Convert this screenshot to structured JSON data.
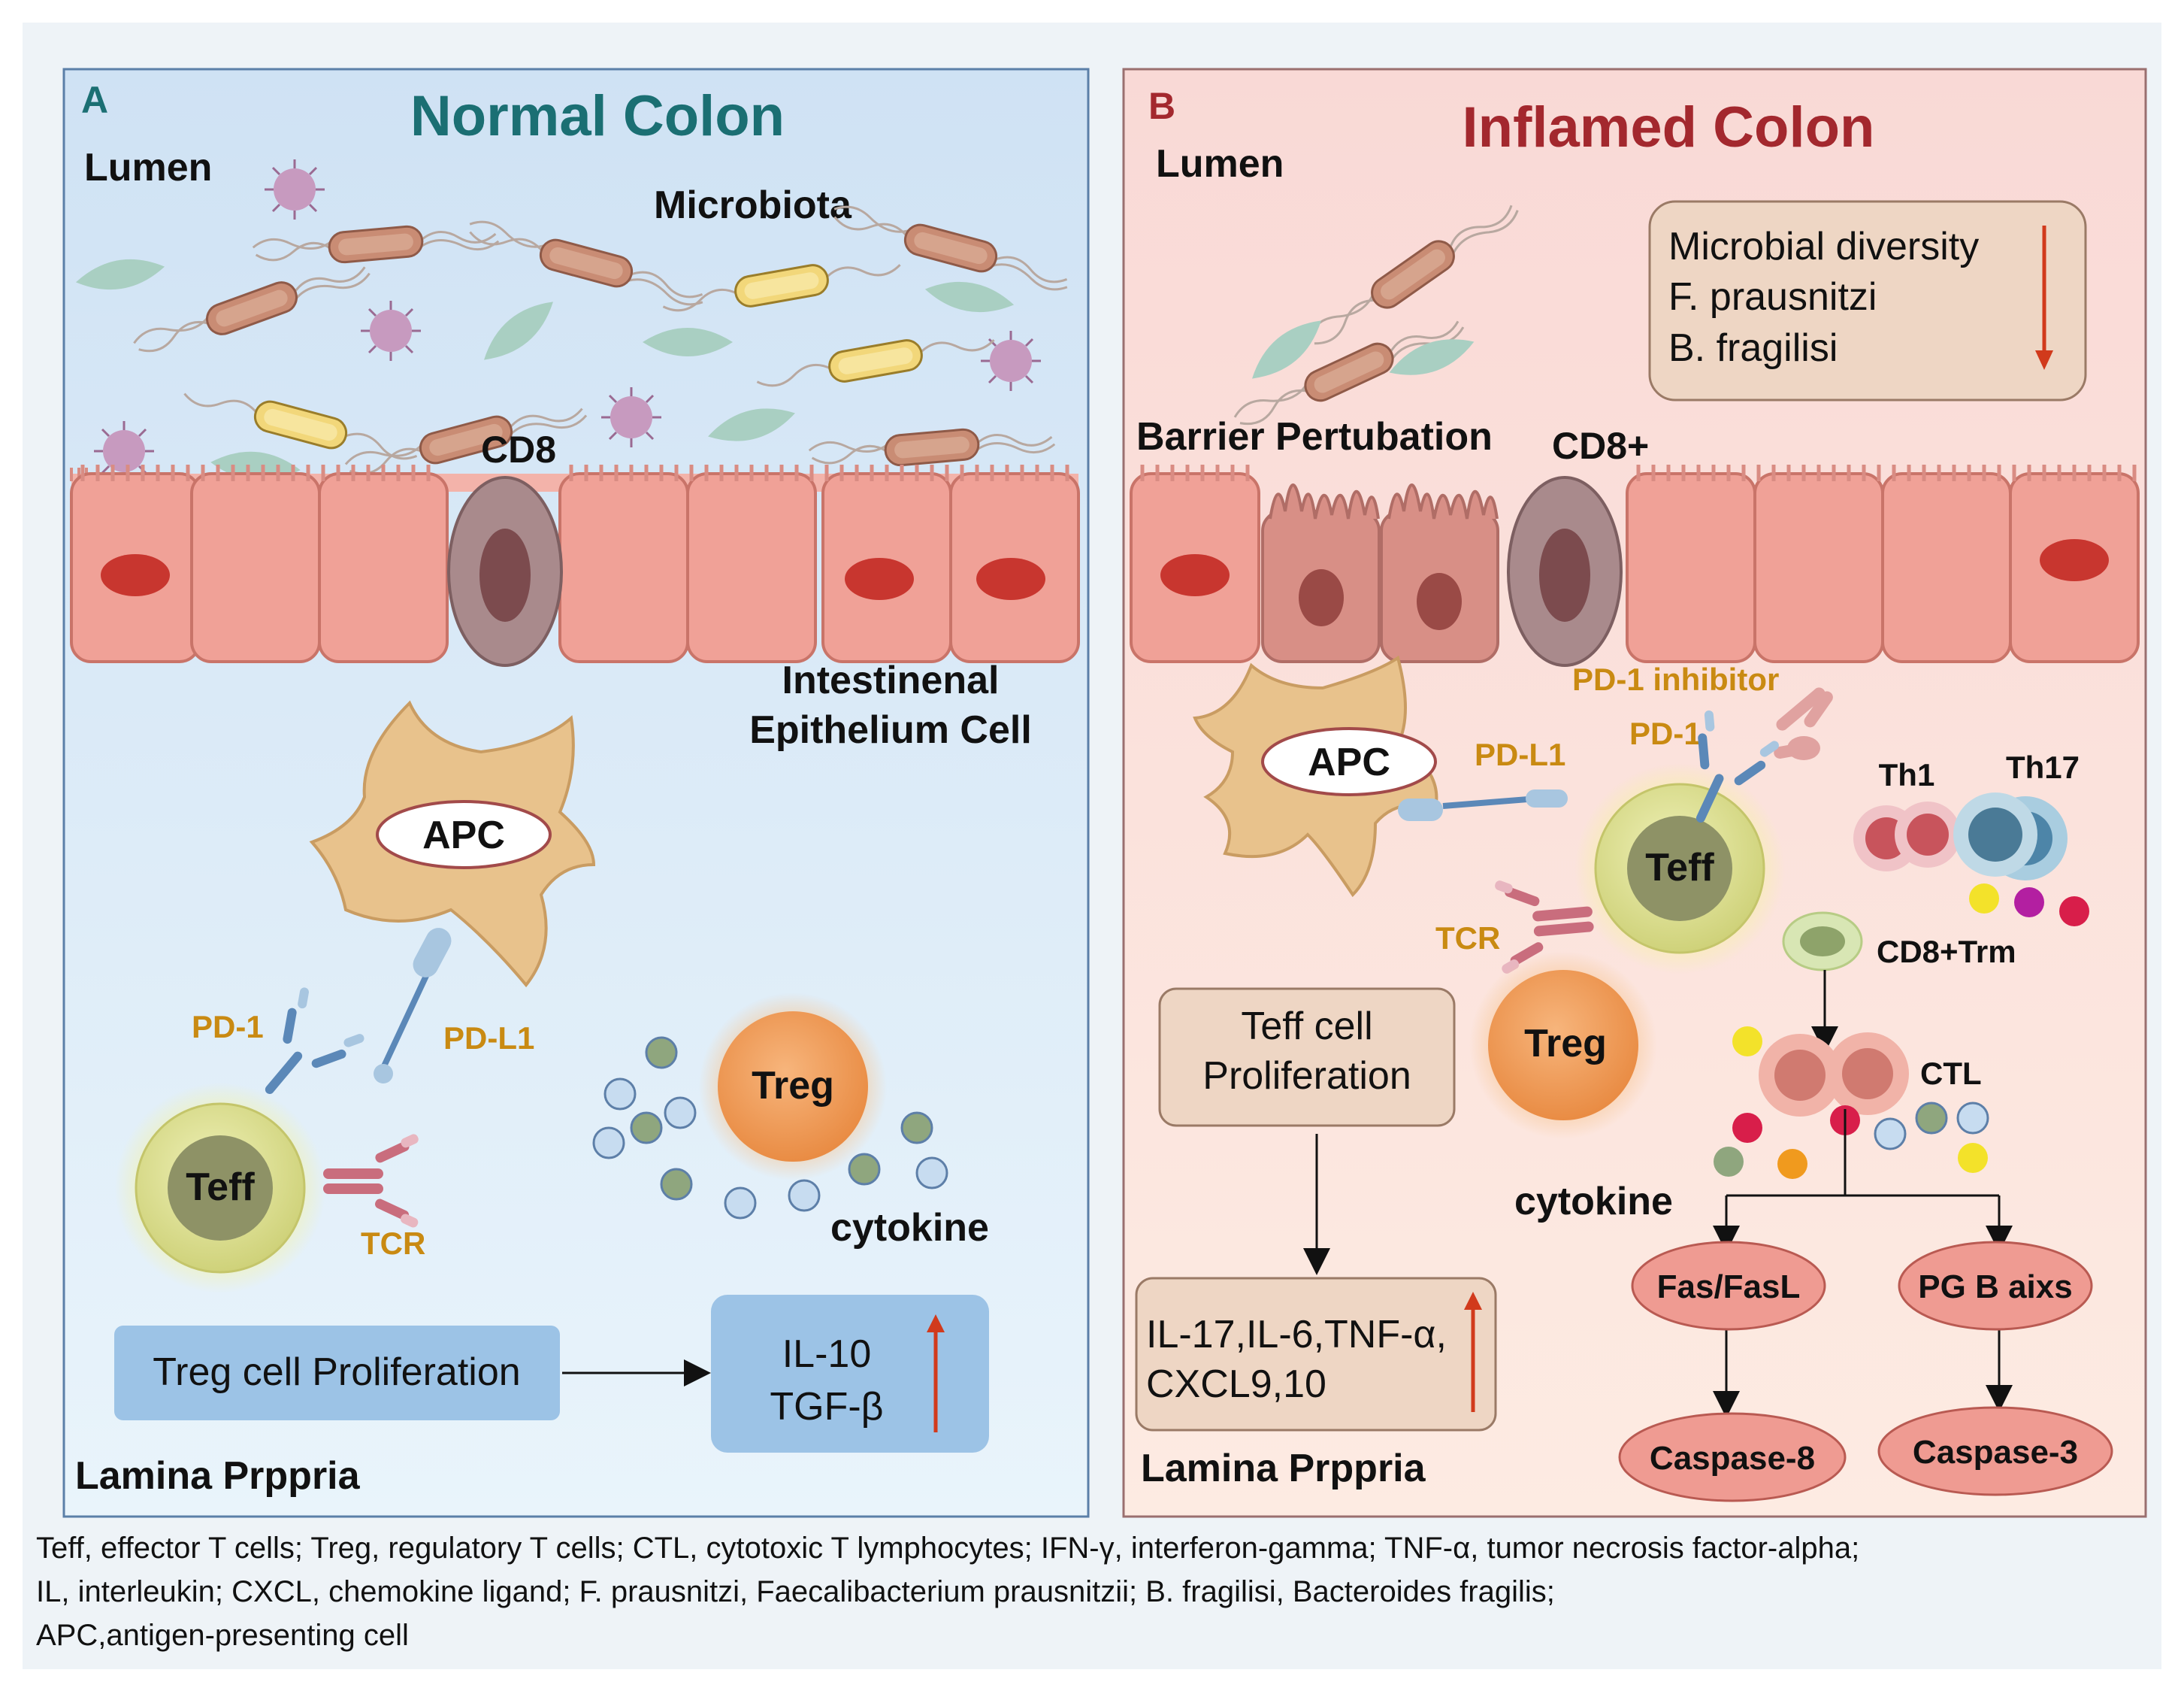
{
  "panelA": {
    "letter": "A",
    "title": "Normal Colon",
    "lumen": "Lumen",
    "microbiota": "Microbiota",
    "cd8": "CD8",
    "epithelium_line1": "Intestinenal",
    "epithelium_line2": "Epithelium Cell",
    "apc": "APC",
    "pd1": "PD-1",
    "pdl1": "PD-L1",
    "teff": "Teff",
    "tcr": "TCR",
    "treg": "Treg",
    "cytokine": "cytokine",
    "treg_prolif": "Treg cell Proliferation",
    "il10": "IL-10",
    "tgfb": "TGF-β",
    "lamina": "Lamina Prppria"
  },
  "panelB": {
    "letter": "B",
    "title": "Inflamed Colon",
    "lumen": "Lumen",
    "box_line1": "Microbial diversity",
    "box_line2": "F. prausnitzi",
    "box_line3": "B. fragilisi",
    "barrier": "Barrier Pertubation",
    "cd8plus": "CD8+",
    "pd1_inhibitor": "PD-1 inhibitor",
    "pd1": "PD-1",
    "apc": "APC",
    "pdl1": "PD-L1",
    "teff": "Teff",
    "tcr": "TCR",
    "th1": "Th1",
    "th17": "Th17",
    "cd8trm": "CD8+Trm",
    "ctl": "CTL",
    "treg": "Treg",
    "cytokine": "cytokine",
    "teff_prolif_line1": "Teff cell",
    "teff_prolif_line2": "Proliferation",
    "cyto_line1": "IL-17,IL-6,TNF-α,",
    "cyto_line2": "CXCL9,10",
    "fas": "Fas/FasL",
    "pgb": "PG B aixs",
    "casp8": "Caspase-8",
    "casp3": "Caspase-3",
    "lamina": "Lamina Prppria"
  },
  "caption": {
    "line1": "Teff, effector T cells; Treg, regulatory T cells; CTL, cytotoxic T lymphocytes; IFN-γ, interferon-gamma; TNF-α, tumor necrosis factor-alpha;",
    "line2": "IL, interleukin; CXCL, chemokine ligand; F. prausnitzi, Faecalibacterium prausnitzii; B. fragilisi, Bacteroides fragilis;",
    "line3": "APC,antigen-presenting cell"
  },
  "colors": {
    "panelA_bg": "#d6e8f7",
    "panelB_bg": "#fbe0dd",
    "titleA": "#1b6f73",
    "titleB": "#a3282e",
    "label_orange": "#c98a12",
    "arrow_up_red": "#d13a1c"
  }
}
